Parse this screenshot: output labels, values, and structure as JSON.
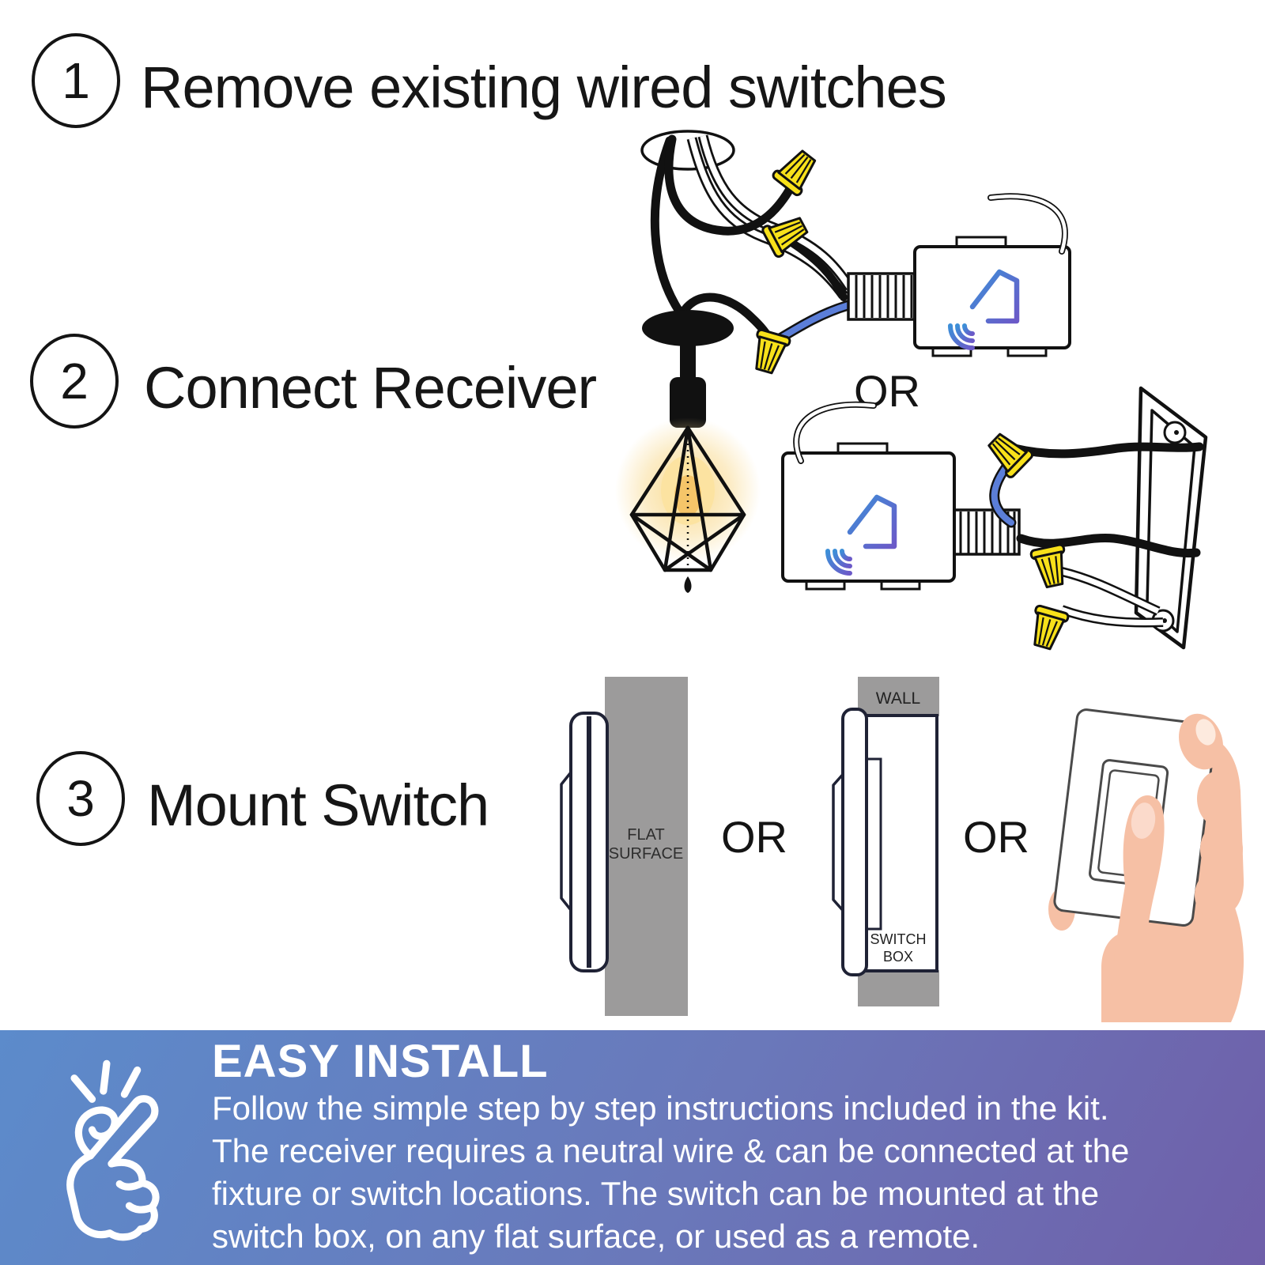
{
  "steps": [
    {
      "number": "1",
      "label": "Remove existing wired switches"
    },
    {
      "number": "2",
      "label": "Connect Receiver"
    },
    {
      "number": "3",
      "label": "Mount Switch"
    }
  ],
  "connectors": {
    "or_receiver": "OR",
    "or_mount_left": "OR",
    "or_mount_right": "OR"
  },
  "mount_labels": {
    "flat_line1": "FLAT",
    "flat_line2": "SURFACE",
    "wall": "WALL",
    "box_line1": "SWITCH",
    "box_line2": "BOX"
  },
  "banner": {
    "title": "EASY INSTALL",
    "line1": "Follow the simple step by step instructions included in the kit.",
    "line2": "The receiver requires a neutral wire & can be connected at the",
    "line3": "fixture or switch locations. The switch can be mounted at the",
    "line4": "switch box, on any flat surface, or used as a remote."
  },
  "icons": {
    "receiver_logo": "smart-home-house-wifi",
    "banner_icon": "snapping-fingers"
  },
  "colors": {
    "banner_gradient_start": "#5c8bcb",
    "banner_gradient_end": "#6f5fa9",
    "wire_blue": "#5b7ed8",
    "wire_nut_yellow": "#f8e11a",
    "logo_blue": "#3d8fd8",
    "logo_purple": "#6b59c8",
    "surface_gray": "#9c9b9b",
    "hand_skin": "#f6c0a5",
    "bulb_glow": "#f9d887",
    "text_dark": "#1a1a1a",
    "banner_text": "#ffffff"
  }
}
